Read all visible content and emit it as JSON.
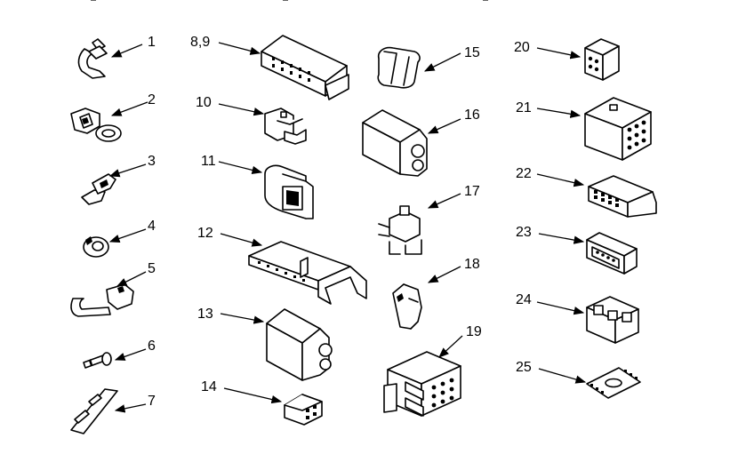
{
  "diagram": {
    "labels": {
      "p1": "1",
      "p2": "2",
      "p3": "3",
      "p4": "4",
      "p5": "5",
      "p6": "6",
      "p7": "7",
      "p89": "8,9",
      "p10": "10",
      "p11": "11",
      "p12": "12",
      "p13": "13",
      "p14": "14",
      "p15": "15",
      "p16": "16",
      "p17": "17",
      "p18": "18",
      "p19": "19",
      "p20": "20",
      "p21": "21",
      "p22": "22",
      "p23": "23",
      "p24": "24",
      "p25": "25"
    }
  }
}
